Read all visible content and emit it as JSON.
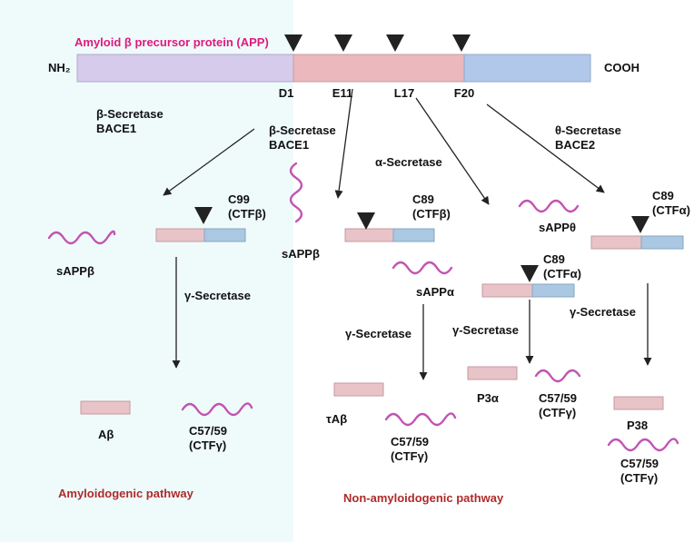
{
  "app": {
    "title": "Amyloid β precursor protein (APP)",
    "n_terminus": "NH₂",
    "c_terminus": "COOH",
    "sites": [
      "D1",
      "E11",
      "L17",
      "F20"
    ]
  },
  "enzymes": {
    "beta_left": "β-Secretase\nBACE1",
    "beta_mid": "β-Secretase\nBACE1",
    "alpha": "α-Secretase",
    "theta": "θ-Secretase\nBACE2",
    "gamma": "γ-Secretase"
  },
  "fragments": {
    "c99": "C99\n(CTFβ)",
    "c89_beta": "C89\n(CTFβ)",
    "c89_alpha": "C89\n(CTFα)",
    "sapp_beta": "sAPPβ",
    "sapp_alpha": "sAPPα",
    "sapp_theta": "sAPPθ",
    "abeta": "Aβ",
    "tau_abeta": "τAβ",
    "p3a": "P3α",
    "p38": "P38",
    "c5759": "C57/59\n(CTFγ)"
  },
  "pathways": {
    "amyloidogenic": "Amyloidogenic pathway",
    "non_amyloidogenic": "Non-amyloidogenic pathway"
  },
  "colors": {
    "pink": "#e8c4c8",
    "blue": "#aac8e2",
    "lavender": "#d7cbeb",
    "app_pink": "#eab8bd",
    "app_blue": "#b2c8ea",
    "wave": "#c253b2",
    "title": "#e0197d",
    "pathway": "#b02a2a",
    "left_bg": "#effbfb"
  }
}
